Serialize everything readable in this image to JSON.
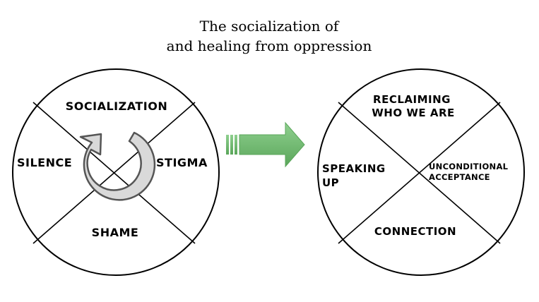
{
  "title": {
    "line1": "The socialization of",
    "line2": "and healing from oppression"
  },
  "left_circle": {
    "top": "SOCIALIZATION",
    "left": "SILENCE",
    "right": "STIGMA",
    "bottom": "SHAME"
  },
  "right_circle": {
    "top_line1": "RECLAIMING",
    "top_line2": "WHO WE ARE",
    "left_line1": "SPEAKING",
    "left_line2": "UP",
    "right_line1": "UNCONDITIONAL",
    "right_line2": "ACCEPTANCE",
    "bottom": "CONNECTION"
  },
  "colors": {
    "arrow_green": "#6dbb6d",
    "cycle_fill": "#d9d9d9",
    "cycle_stroke": "#555555",
    "outline": "#000000"
  },
  "icons": {
    "transition": "right-arrow-icon",
    "cycle": "cycle-arrow-icon"
  }
}
